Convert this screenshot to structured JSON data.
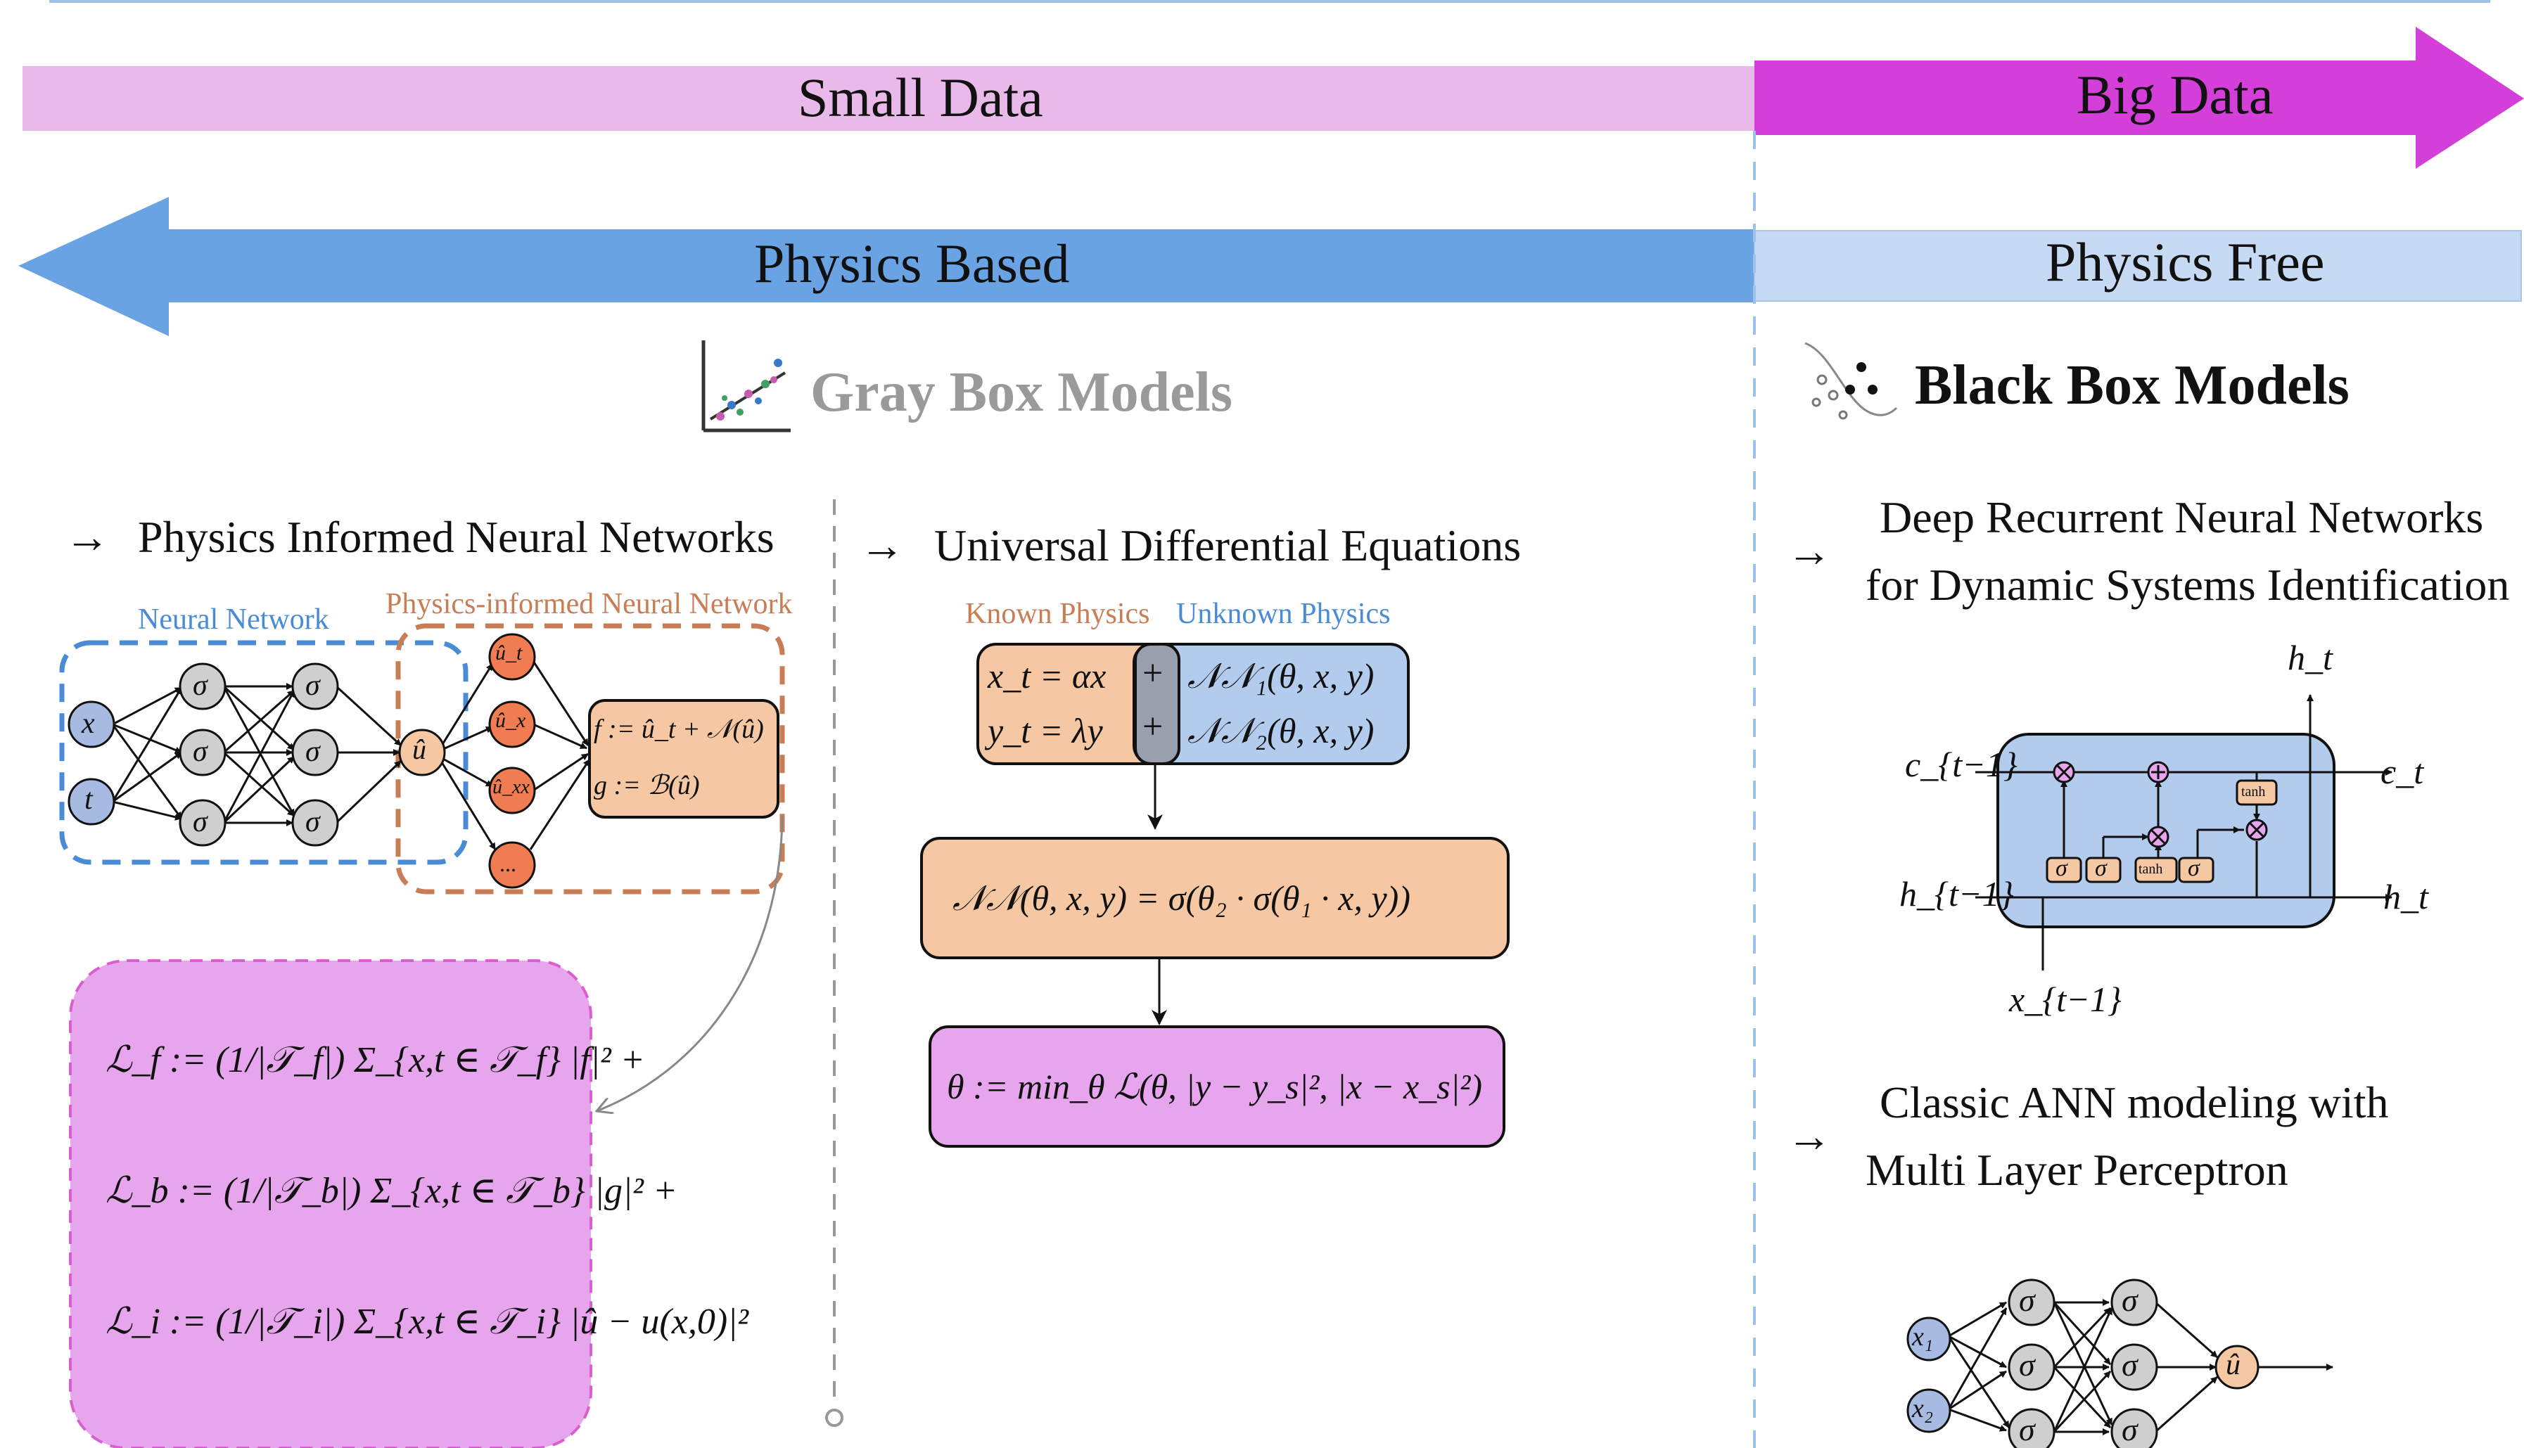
{
  "bands": {
    "small_data": "Small Data",
    "big_data": "Big Data",
    "physics_based": "Physics Based",
    "physics_free": "Physics Free"
  },
  "sections": {
    "gray_box": "Gray Box Models",
    "black_box": "Black Box Models"
  },
  "pinn": {
    "title": "Physics Informed Neural Networks",
    "arrow": "→",
    "nn_tag": "Neural Network",
    "pinn_tag": "Physics-informed Neural Network",
    "nodes": {
      "x": "x",
      "t": "t",
      "sigma": "σ",
      "u_hat": "û",
      "ut": "û_t",
      "ux": "û_x",
      "uxx": "û_xx",
      "dots": "..."
    },
    "f_eq": "f := û_t + 𝒩(û)",
    "g_eq": "g := ℬ(û)",
    "loss_f": "ℒ_f := (1/|𝒯_f|) Σ_{x,t ∈ 𝒯_f} |f|² +",
    "loss_b": "ℒ_b := (1/|𝒯_b|) Σ_{x,t ∈ 𝒯_b} |g|² +",
    "loss_i": "ℒ_i := (1/|𝒯_i|) Σ_{x,t ∈ 𝒯_i} |û − u(x,0)|²"
  },
  "ude": {
    "title": "Universal Differential Equations",
    "arrow": "→",
    "known_tag": "Known Physics",
    "unknown_tag": "Unknown Physics",
    "eq1_known": "x_t = αx",
    "eq2_known": "y_t = λy",
    "plus": "+",
    "eq1_unknown": "𝒩𝒩₁(θ, x, y)",
    "eq2_unknown": "𝒩𝒩₂(θ, x, y)",
    "nn_eq": "𝒩𝒩(θ, x, y)  =  σ(θ₂ · σ(θ₁ · x, y))",
    "opt_eq": "θ := min_θ ℒ(θ,  |y − y_s|², |x − x_s|²)"
  },
  "drnn": {
    "arrow": "→",
    "line1": "Deep Recurrent Neural Networks",
    "line2": "for Dynamic Systems Identification",
    "labels": {
      "h_t_top": "h_t",
      "c_prev": "c_{t−1}",
      "c_t": "c_t",
      "h_prev": "h_{t−1}",
      "h_t": "h_t",
      "x_prev": "x_{t−1}",
      "sigma": "σ",
      "tanh": "tanh"
    }
  },
  "mlp": {
    "arrow": "→",
    "line1": "Classic ANN modeling with",
    "line2": "Multi Layer Perceptron",
    "nodes": {
      "x1": "x₁",
      "x2": "x₂",
      "sigma": "σ",
      "u_hat": "û"
    }
  },
  "colors": {
    "small_data": "#e9b9e9",
    "big_data": "#d43ed9",
    "physics_based": "#6aa3e3",
    "physics_free": "#c6daf3",
    "orange": "#f5c7a3",
    "orange_dark": "#f07d52",
    "blue_fill": "#b3ccee",
    "pink_fill": "#e7a5ed",
    "gray_node": "#cfcfcf",
    "blue_node": "#a7bbe2",
    "dash_blue": "#4a8bd8",
    "dash_orange": "#c97d55"
  },
  "icons": [
    "scatter-plot-icon",
    "scatter-dots-icon"
  ]
}
